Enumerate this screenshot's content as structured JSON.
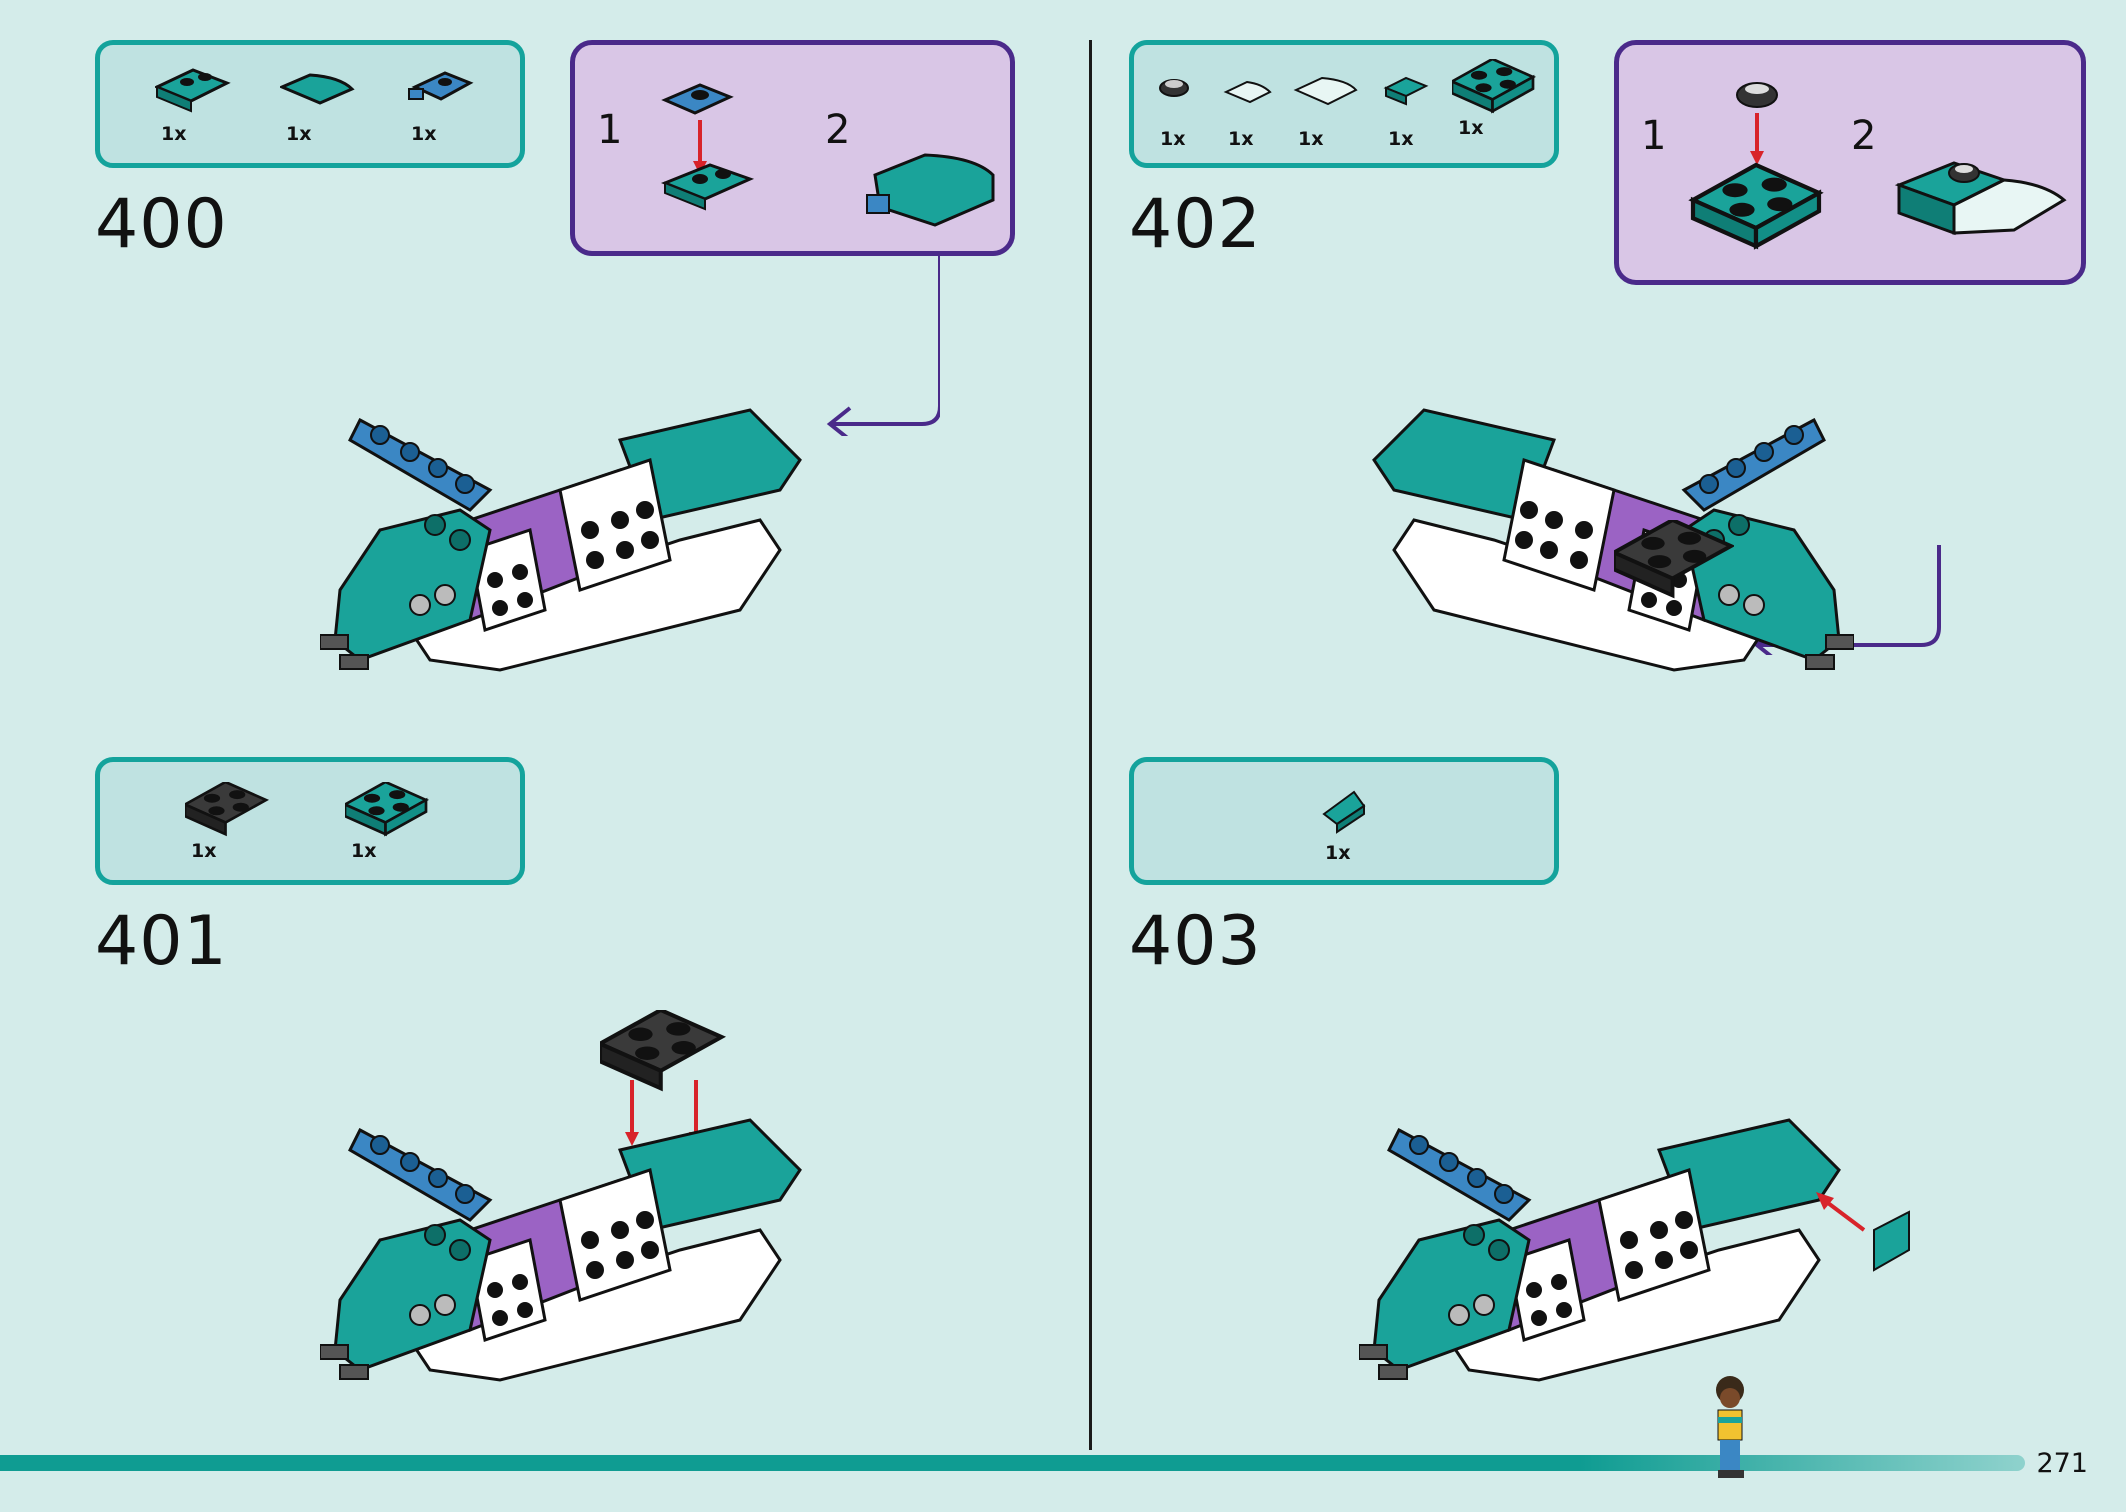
{
  "steps": [
    {
      "number": "400",
      "parts": [
        {
          "qty": "1x"
        },
        {
          "qty": "1x"
        },
        {
          "qty": "1x"
        }
      ],
      "substeps": [
        "1",
        "2"
      ]
    },
    {
      "number": "401",
      "parts": [
        {
          "qty": "1x"
        },
        {
          "qty": "1x"
        }
      ]
    },
    {
      "number": "402",
      "parts": [
        {
          "qty": "1x"
        },
        {
          "qty": "1x"
        },
        {
          "qty": "1x"
        },
        {
          "qty": "1x"
        },
        {
          "qty": "1x"
        }
      ],
      "substeps": [
        "1",
        "2"
      ]
    },
    {
      "number": "403",
      "parts": [
        {
          "qty": "1x"
        }
      ]
    }
  ],
  "page_number": "271",
  "colors": {
    "background": "#d4ecea",
    "parts_box": "#bfe2e1",
    "parts_border": "#14a39c",
    "substep_box": "#d9c6e6",
    "substep_border": "#4a2a8a",
    "teal": "#1aa39a",
    "blue": "#3b87c4",
    "purple": "#9b63c4",
    "arrow_red": "#d8232a"
  }
}
